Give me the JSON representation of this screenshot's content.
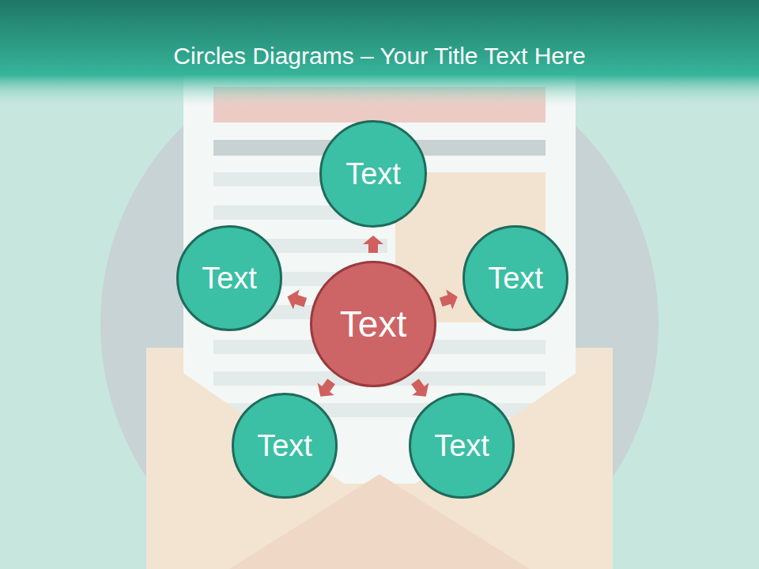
{
  "diagram": {
    "title": "Circles Diagrams – Your Title Text Here",
    "nodes": [
      {
        "text": [
          "Text"
        ]
      },
      {
        "text": [
          "Text"
        ]
      },
      {
        "text": [
          "Text"
        ]
      },
      {
        "text": [
          "Text"
        ]
      },
      {
        "text": [
          "Text"
        ]
      },
      {
        "text": [
          "Text"
        ]
      }
    ],
    "edges": [
      {
        "from": 2,
        "to": 0,
        "arrow": "to"
      },
      {
        "from": 2,
        "to": 1,
        "arrow": "to"
      },
      {
        "from": 2,
        "to": 3,
        "arrow": "to"
      },
      {
        "from": 2,
        "to": 4,
        "arrow": "to"
      },
      {
        "from": 2,
        "to": 5,
        "arrow": "to"
      }
    ]
  }
}
